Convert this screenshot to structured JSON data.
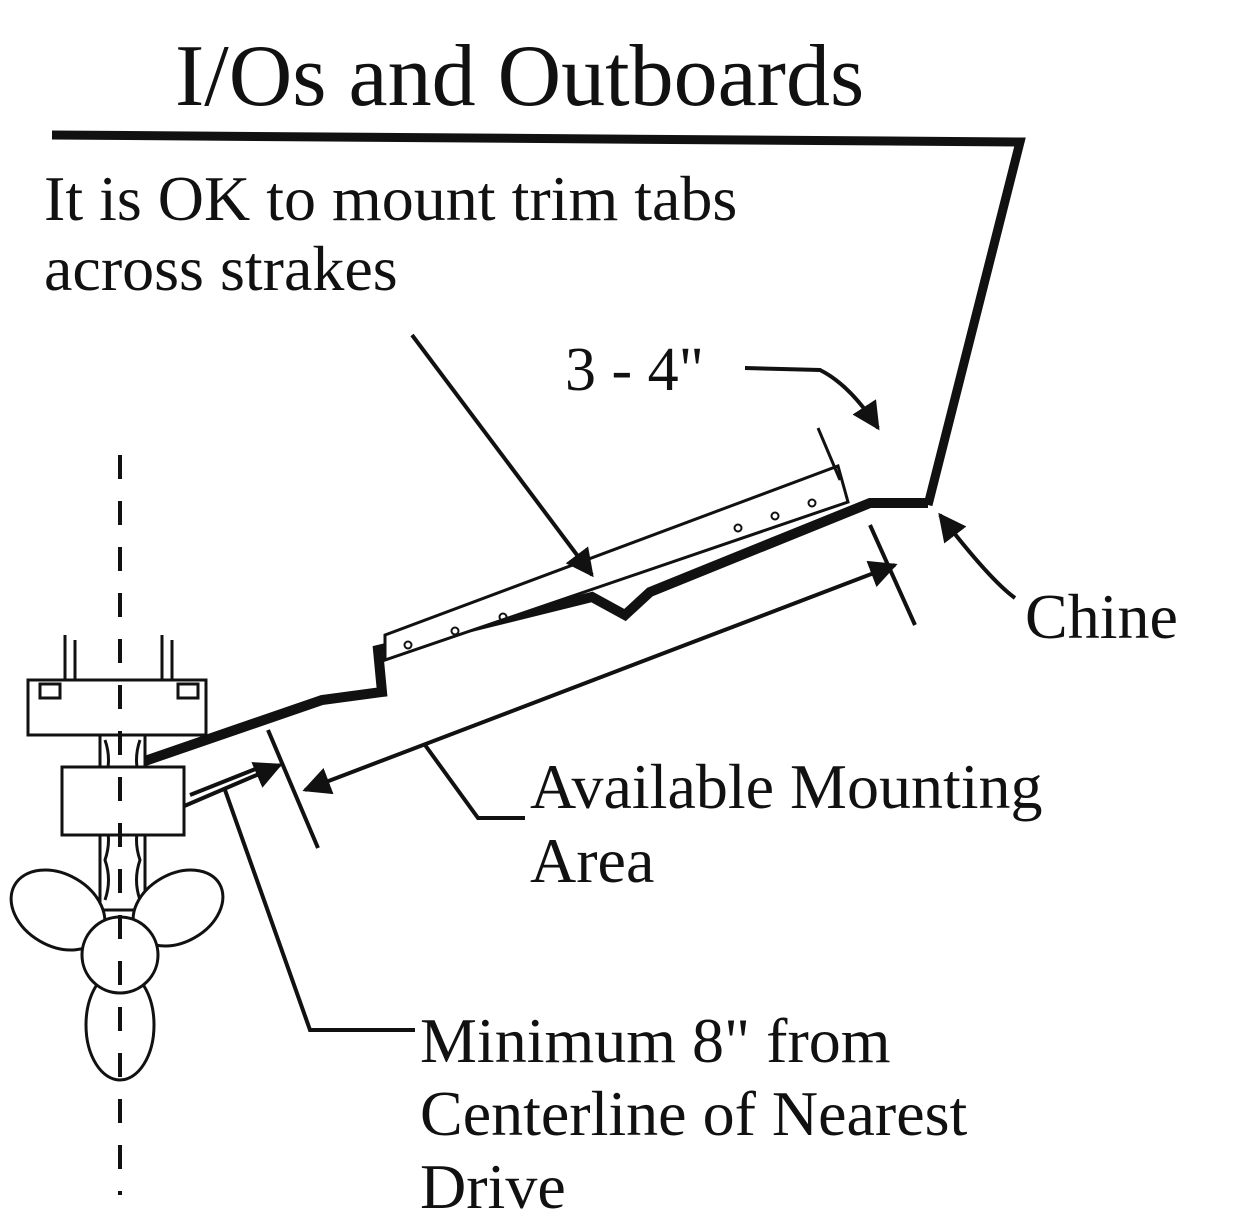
{
  "title": "I/Os and Outboards",
  "note_line1": "It is OK to mount trim tabs",
  "note_line2": "across strakes",
  "dimension": "3 - 4\"",
  "chine": "Chine",
  "mounting_line1": "Available Mounting",
  "mounting_line2": "Area",
  "minimum_line1": "Minimum 8\" from",
  "minimum_line2": "Centerline of  Nearest",
  "minimum_line3": "Drive",
  "colors": {
    "ink": "#111111",
    "paper": "#ffffff"
  }
}
